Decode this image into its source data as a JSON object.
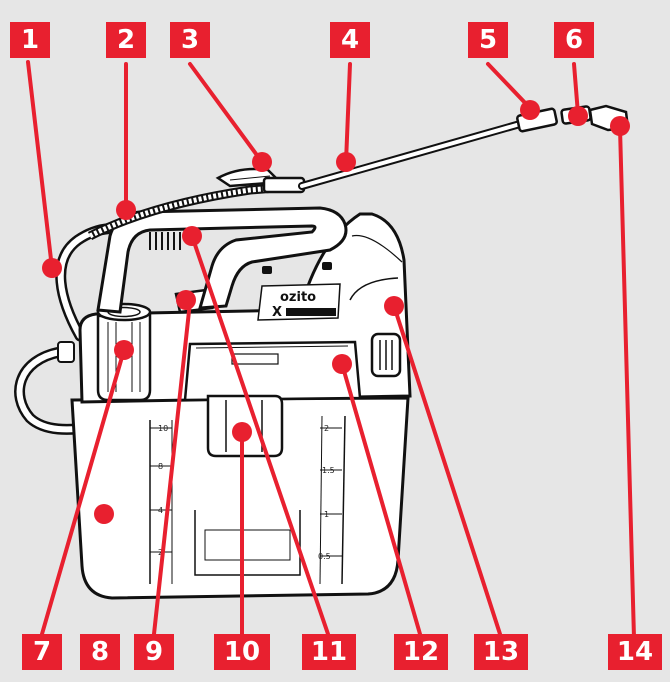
{
  "brand": {
    "name": "ozito",
    "mark": "X"
  },
  "tank_scale_left": [
    "10",
    "8",
    "4",
    "2"
  ],
  "tank_scale_right": [
    "2",
    "1.5",
    "1",
    "0.5"
  ],
  "labels": [
    {
      "id": "1",
      "text": "1"
    },
    {
      "id": "2",
      "text": "2"
    },
    {
      "id": "3",
      "text": "3"
    },
    {
      "id": "4",
      "text": "4"
    },
    {
      "id": "5",
      "text": "5"
    },
    {
      "id": "6",
      "text": "6"
    },
    {
      "id": "7",
      "text": "7"
    },
    {
      "id": "8",
      "text": "8"
    },
    {
      "id": "9",
      "text": "9"
    },
    {
      "id": "10",
      "text": "10"
    },
    {
      "id": "11",
      "text": "11"
    },
    {
      "id": "12",
      "text": "12"
    },
    {
      "id": "13",
      "text": "13"
    },
    {
      "id": "14",
      "text": "14"
    }
  ],
  "colors": {
    "accent": "#e8202f",
    "outline": "#111111",
    "body": "#ffffff",
    "background": "#e6e6e6"
  }
}
